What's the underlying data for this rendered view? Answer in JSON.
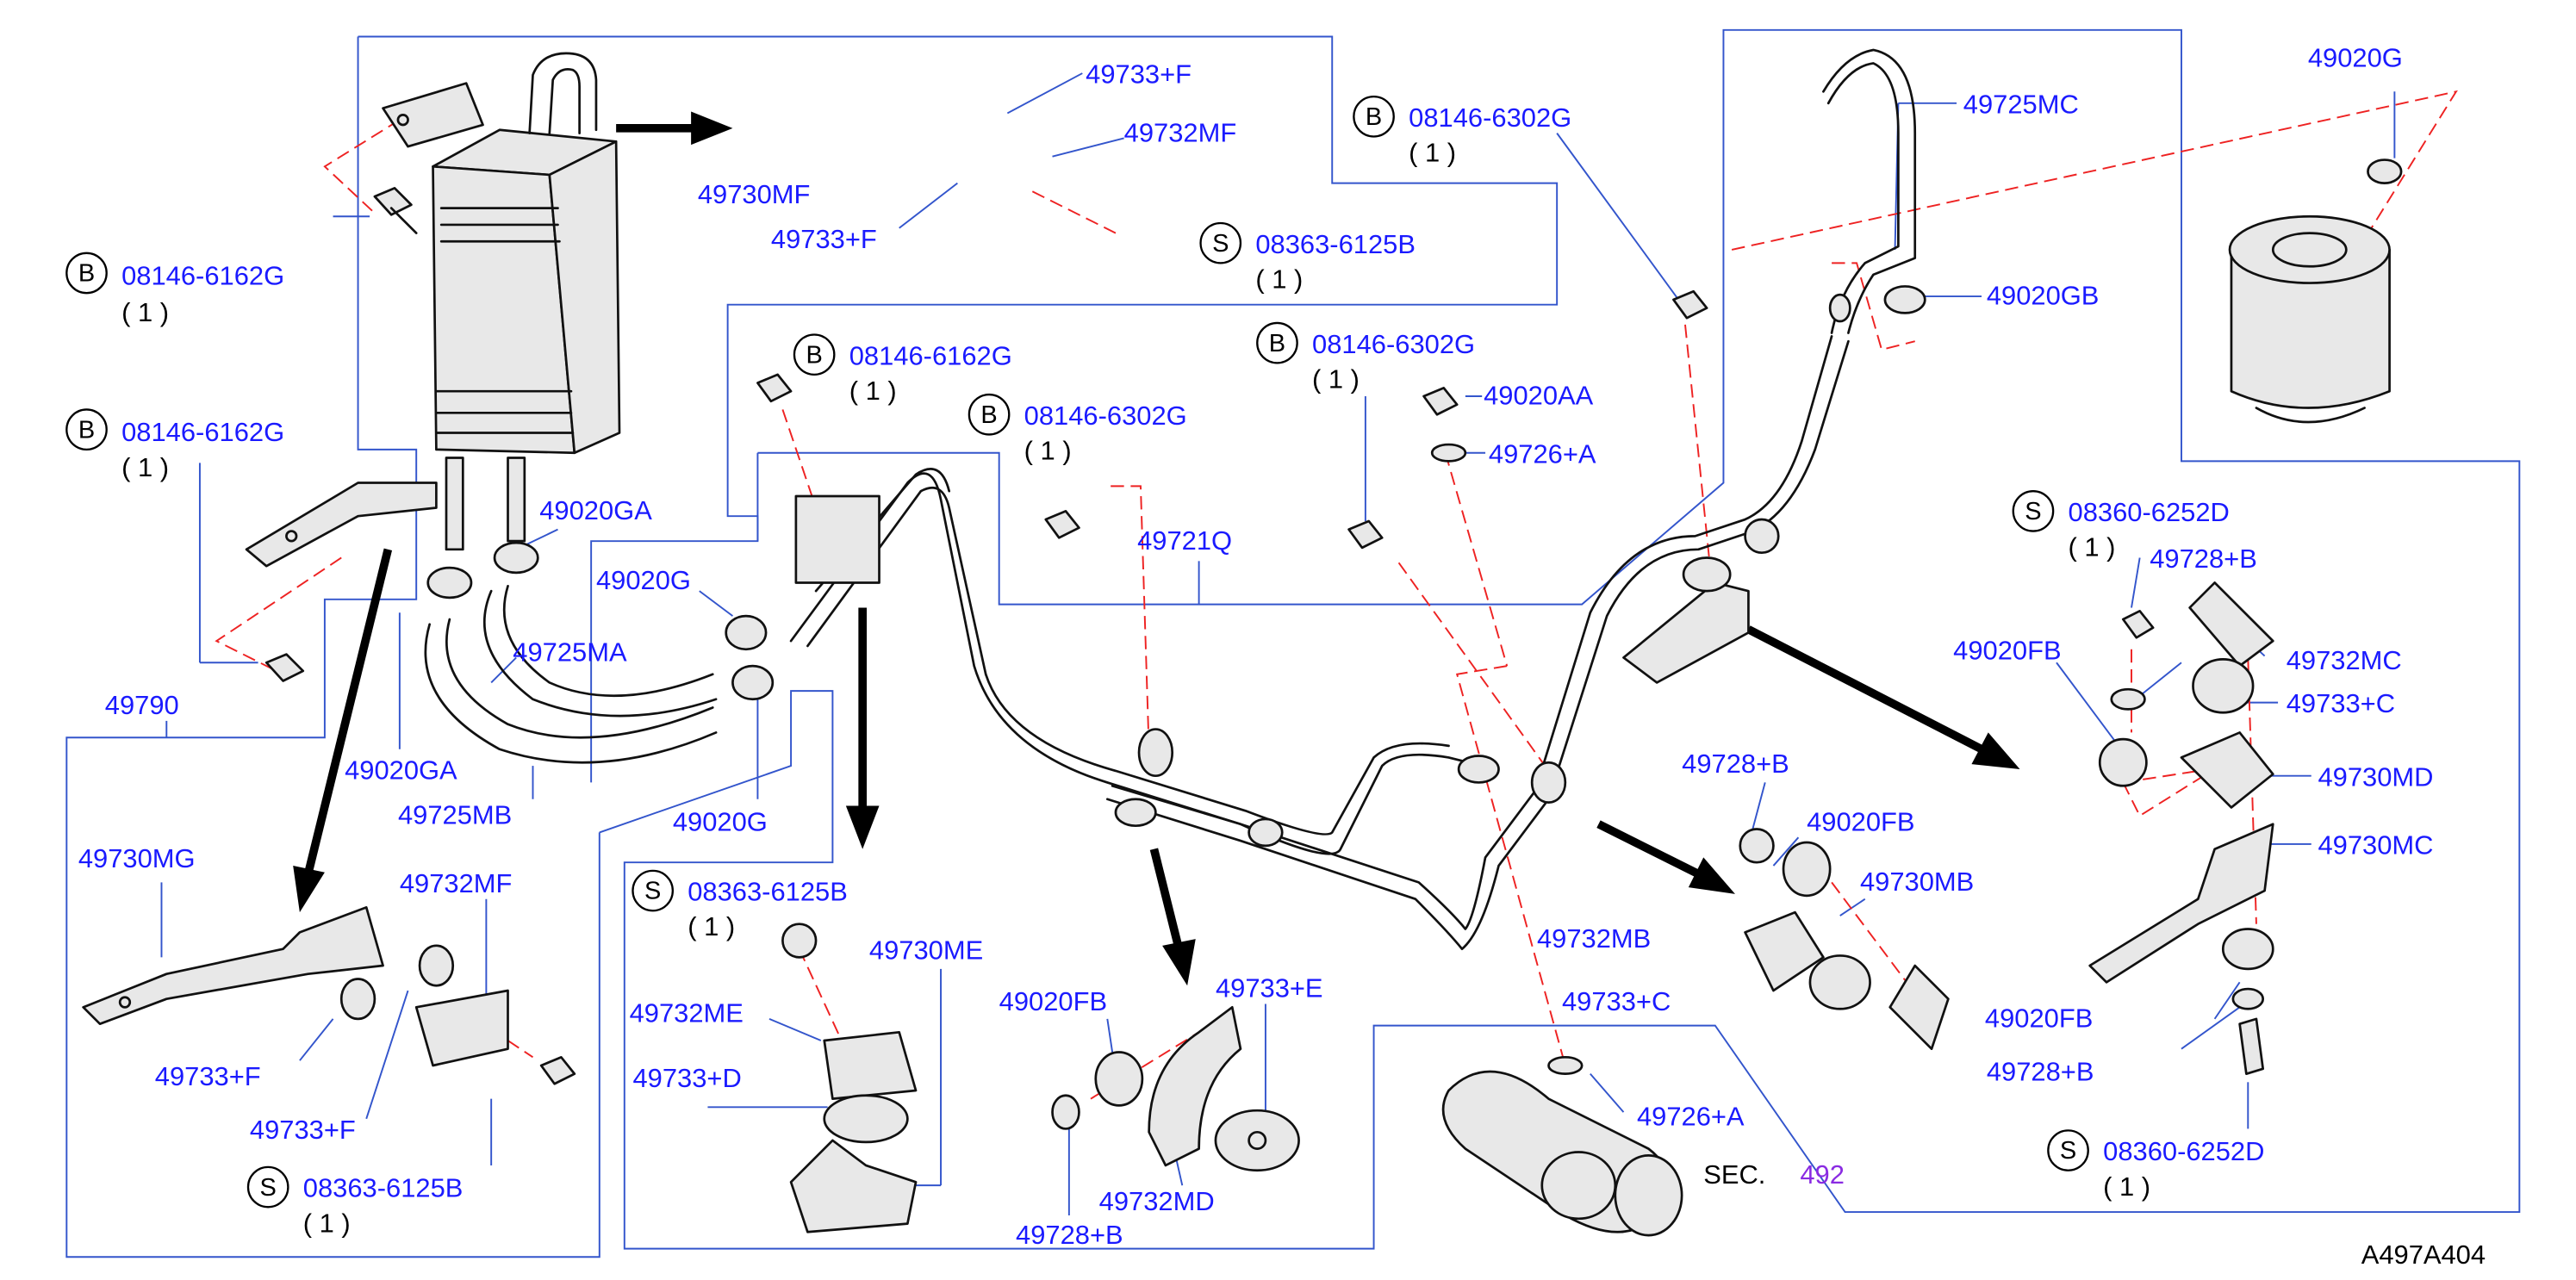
{
  "diagram": {
    "code": "A497A404",
    "sec_prefix": "SEC.",
    "sec_number": "492"
  },
  "parts": {
    "p_49733F_top": "49733+F",
    "p_49732MF_top": "49732MF",
    "p_49730MF": "49730MF",
    "p_49733F_top2": "49733+F",
    "p_49725MC": "49725MC",
    "p_49020G_tr": "49020G",
    "p_49020GB": "49020GB",
    "p_49020AA": "49020AA",
    "p_49726A_top": "49726+A",
    "p_49721Q": "49721Q",
    "p_49020GA_1": "49020GA",
    "p_49020G_mid": "49020G",
    "p_49725MA": "49725MA",
    "p_49790": "49790",
    "p_49020GA_2": "49020GA",
    "p_49725MB": "49725MB",
    "p_49020G_low": "49020G",
    "p_49730MG": "49730MG",
    "p_49732MF_low": "49732MF",
    "p_49733F_low1": "49733+F",
    "p_49733F_low2": "49733+F",
    "p_49730ME": "49730ME",
    "p_49732ME": "49732ME",
    "p_49733D": "49733+D",
    "p_49020FB_mid": "49020FB",
    "p_49733E": "49733+E",
    "p_49732MD": "49732MD",
    "p_49728B_mid": "49728+B",
    "p_49728B_c": "49728+B",
    "p_49020FB_c": "49020FB",
    "p_49730MB": "49730MB",
    "p_49732MB": "49732MB",
    "p_49733C_c": "49733+C",
    "p_49726A_low": "49726+A",
    "p_49728B_r1": "49728+B",
    "p_49020FB_r1": "49020FB",
    "p_49732MC": "49732MC",
    "p_49733C_r": "49733+C",
    "p_49730MD": "49730MD",
    "p_49730MC": "49730MC",
    "p_49020FB_r2": "49020FB",
    "p_49728B_r2": "49728+B"
  },
  "fasteners": {
    "b1": {
      "letter": "B",
      "code": "08146-6162G",
      "qty": "( 1 )"
    },
    "b2": {
      "letter": "B",
      "code": "08146-6162G",
      "qty": "( 1 )"
    },
    "b3": {
      "letter": "B",
      "code": "08146-6162G",
      "qty": "( 1 )"
    },
    "b4": {
      "letter": "B",
      "code": "08146-6302G",
      "qty": "( 1 )"
    },
    "b5": {
      "letter": "B",
      "code": "08146-6302G",
      "qty": "( 1 )"
    },
    "b6": {
      "letter": "B",
      "code": "08146-6302G",
      "qty": "( 1 )"
    },
    "s1": {
      "letter": "S",
      "code": "08363-6125B",
      "qty": "( 1 )"
    },
    "s2": {
      "letter": "S",
      "code": "08363-6125B",
      "qty": "( 1 )"
    },
    "s3": {
      "letter": "S",
      "code": "08363-6125B",
      "qty": "( 1 )"
    },
    "s4": {
      "letter": "S",
      "code": "08360-6252D",
      "qty": "( 1 )"
    },
    "s5": {
      "letter": "S",
      "code": "08360-6252D",
      "qty": "( 1 )"
    }
  }
}
